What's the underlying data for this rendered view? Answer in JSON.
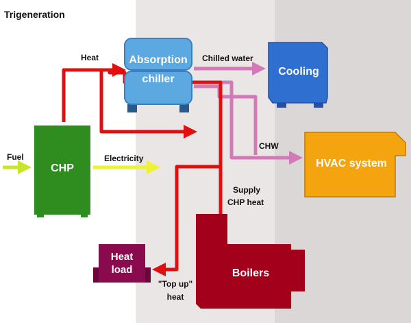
{
  "title": "Trigeneration",
  "nodes": {
    "chp": "CHP",
    "absorption_chiller": [
      "Absorption",
      "chiller"
    ],
    "cooling": "Cooling",
    "hvac": "HVAC system",
    "boilers": "Boilers",
    "heat_load": [
      "Heat",
      "load"
    ]
  },
  "flows": {
    "fuel": "Fuel",
    "electricity": "Electricity",
    "heat": "Heat",
    "chilled_water": "Chilled water",
    "chw": "CHW",
    "supply_chp_heat": [
      "Supply",
      "CHP heat"
    ],
    "top_up_heat": [
      "\"Top up\"",
      "heat"
    ]
  },
  "colors": {
    "band_1": "#ffffff",
    "band_2": "#ebe6e6",
    "band_3": "#dcd7d7",
    "heat_pipe": "#e01010",
    "chilled_pipe": "#d27ab8",
    "electricity": "#eef232",
    "fuel": "#c8e628",
    "chp": "#2f8d1f",
    "chiller": "#5ca8e0",
    "cooling": "#2f6fd0",
    "hvac": "#f4a40e",
    "boilers": "#a3001c",
    "heat_load": "#8a0a4e"
  }
}
